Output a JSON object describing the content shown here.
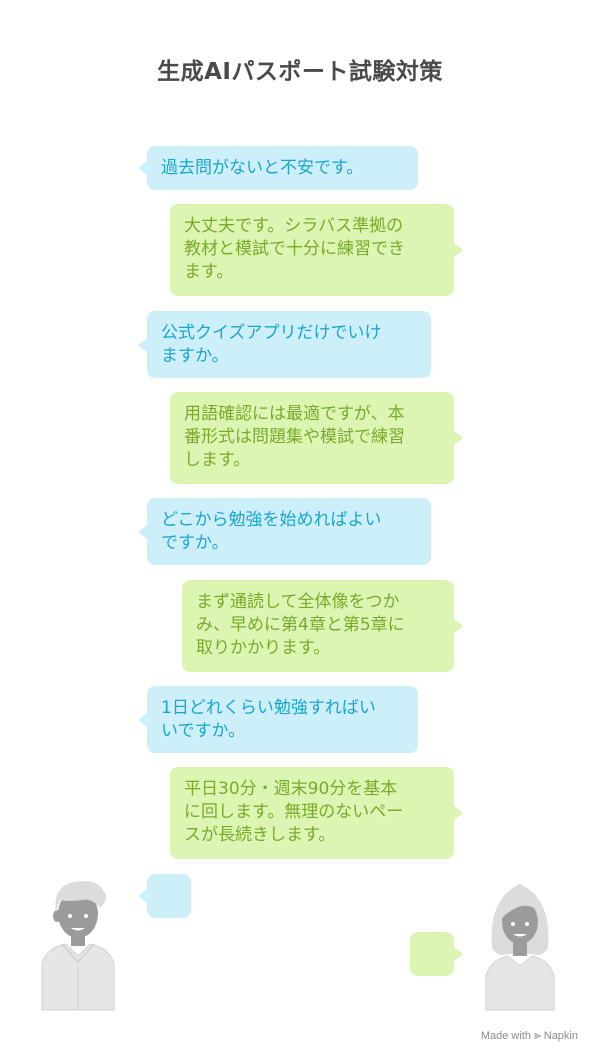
{
  "title": "生成AIパスポート試験対策",
  "messages": [
    {
      "role": "question",
      "text": "過去問がないと不安です。"
    },
    {
      "role": "answer",
      "text": "大丈夫です。シラバス準拠の\n教材と模試で十分に練習でき\nます。"
    },
    {
      "role": "question",
      "text": "公式クイズアプリだけでいけ\nますか。"
    },
    {
      "role": "answer",
      "text": "用語確認には最適ですが、本\n番形式は問題集や模試で練習\nします。"
    },
    {
      "role": "question",
      "text": "どこから勉強を始めればよい\nですか。"
    },
    {
      "role": "answer",
      "text": "まず通読して全体像をつか\nみ、早めに第4章と第5章に\n取りかかります。"
    },
    {
      "role": "question",
      "text": "1日どれくらい勉強すればい\nいですか。"
    },
    {
      "role": "answer",
      "text": "平日30分・週末90分を基本\nに回します。無理のないペー\nスが長続きします。"
    }
  ],
  "colors": {
    "question_bg": "#cdeffa",
    "question_text": "#1aa5cf",
    "answer_bg": "#dcf5b2",
    "answer_text": "#7aaa2c"
  },
  "avatars": {
    "left": "person-short-hair-icon",
    "right": "person-long-hair-icon"
  },
  "footer": {
    "made_with": "Made with",
    "brand": "Napkin",
    "logo_icon": "napkin-logo-icon"
  }
}
